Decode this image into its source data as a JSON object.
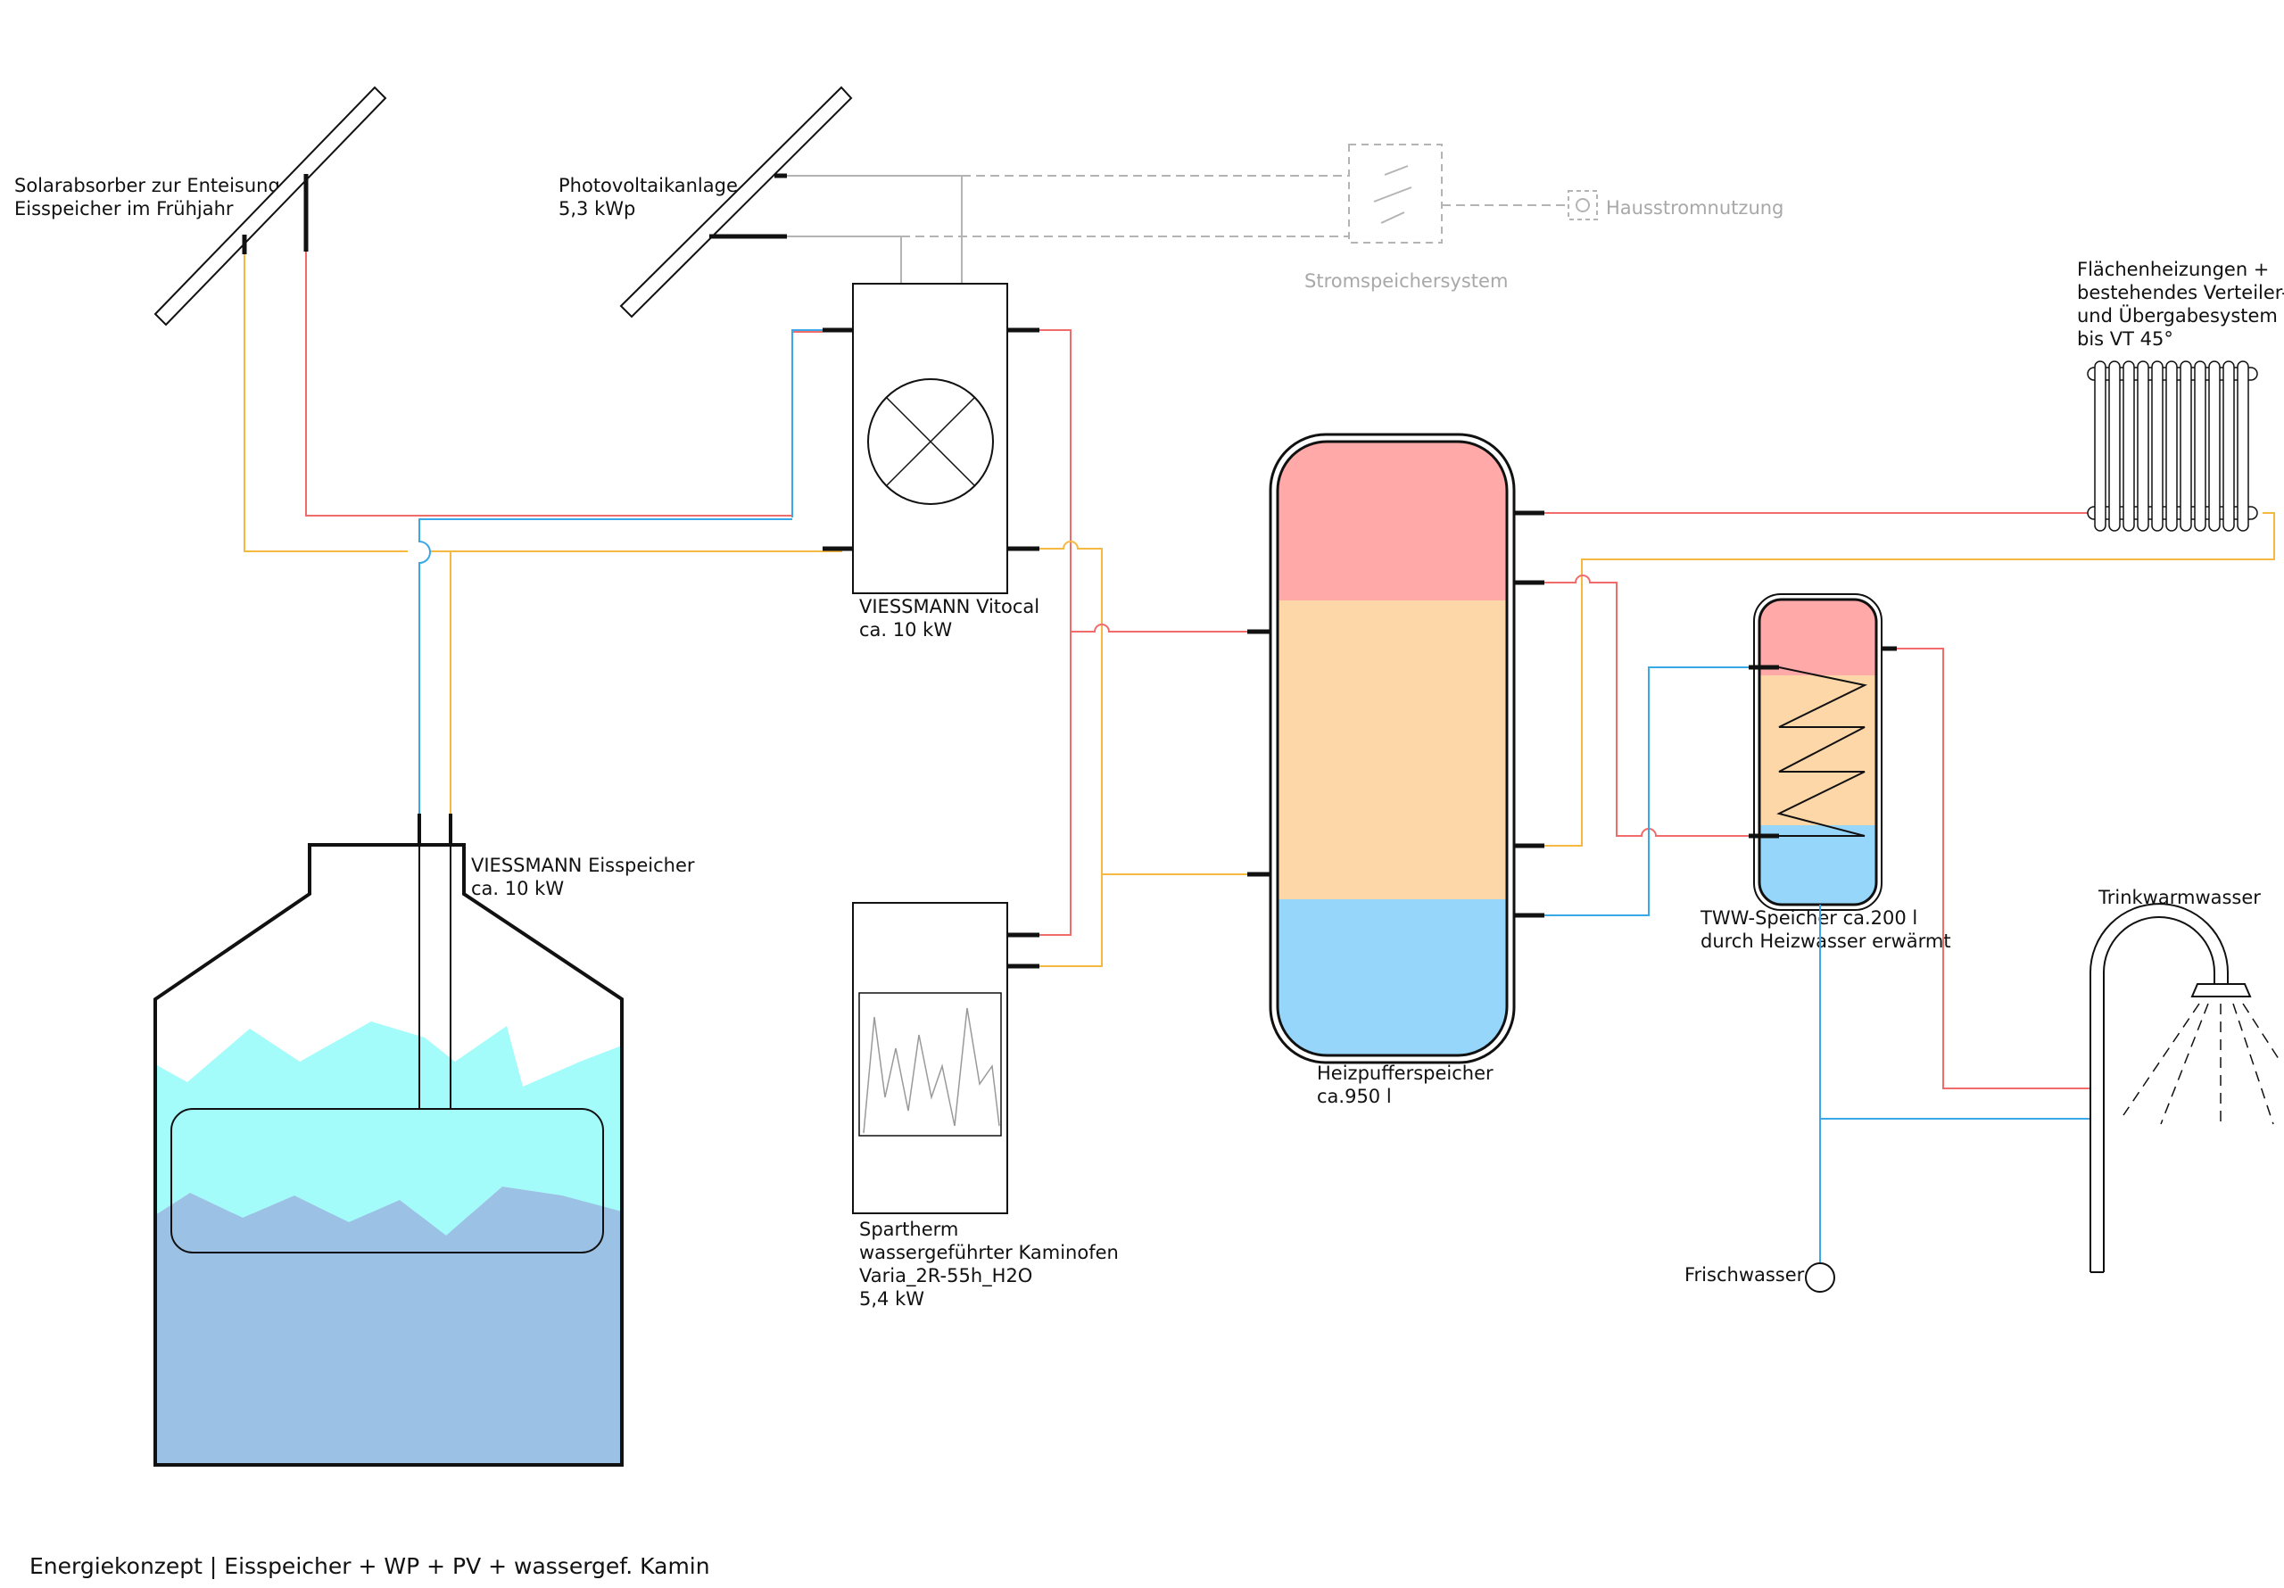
{
  "caption": "Energiekonzept | Eisspeicher + WP + PV + wassergef. Kamin",
  "colors": {
    "hot": "#f26b6b",
    "warm": "#f5b942",
    "cold": "#3aa7e6",
    "grey": "#b4b4b4",
    "buffer_hot": "#ffa9a9",
    "buffer_mid": "#fed7a8",
    "buffer_cold": "#97d6fb",
    "ice": "#a3fcfa",
    "water": "#9bc1e5"
  },
  "labels": {
    "solar_absorber": [
      "Solarabsorber zur Enteisung",
      "Eisspeicher im Frühjahr"
    ],
    "pv": [
      "Photovoltaikanlage",
      "5,3 kWp"
    ],
    "battery": "Stromspeichersystem",
    "house_power": "Hausstromnutzung",
    "heat_pump": [
      "VIESSMANN Vitocal",
      "ca. 10 kW"
    ],
    "ice_storage": [
      "VIESSMANN Eisspeicher",
      "ca. 10 kW"
    ],
    "stove": [
      "Spartherm",
      "wassergeführter Kaminofen",
      "Varia_2R-55h_H2O",
      "5,4 kW"
    ],
    "buffer": [
      "Heizpufferspeicher",
      "ca.950 l"
    ],
    "dhw_tank": [
      "TWW-Speicher ca.200 l",
      "durch Heizwasser erwärmt"
    ],
    "heating": [
      "Flächenheizungen +",
      "bestehendes Verteiler-",
      "und Übergabesystem",
      "bis VT 45°"
    ],
    "hot_water": "Trinkwarmwasser",
    "fresh_water": "Frischwasser"
  }
}
